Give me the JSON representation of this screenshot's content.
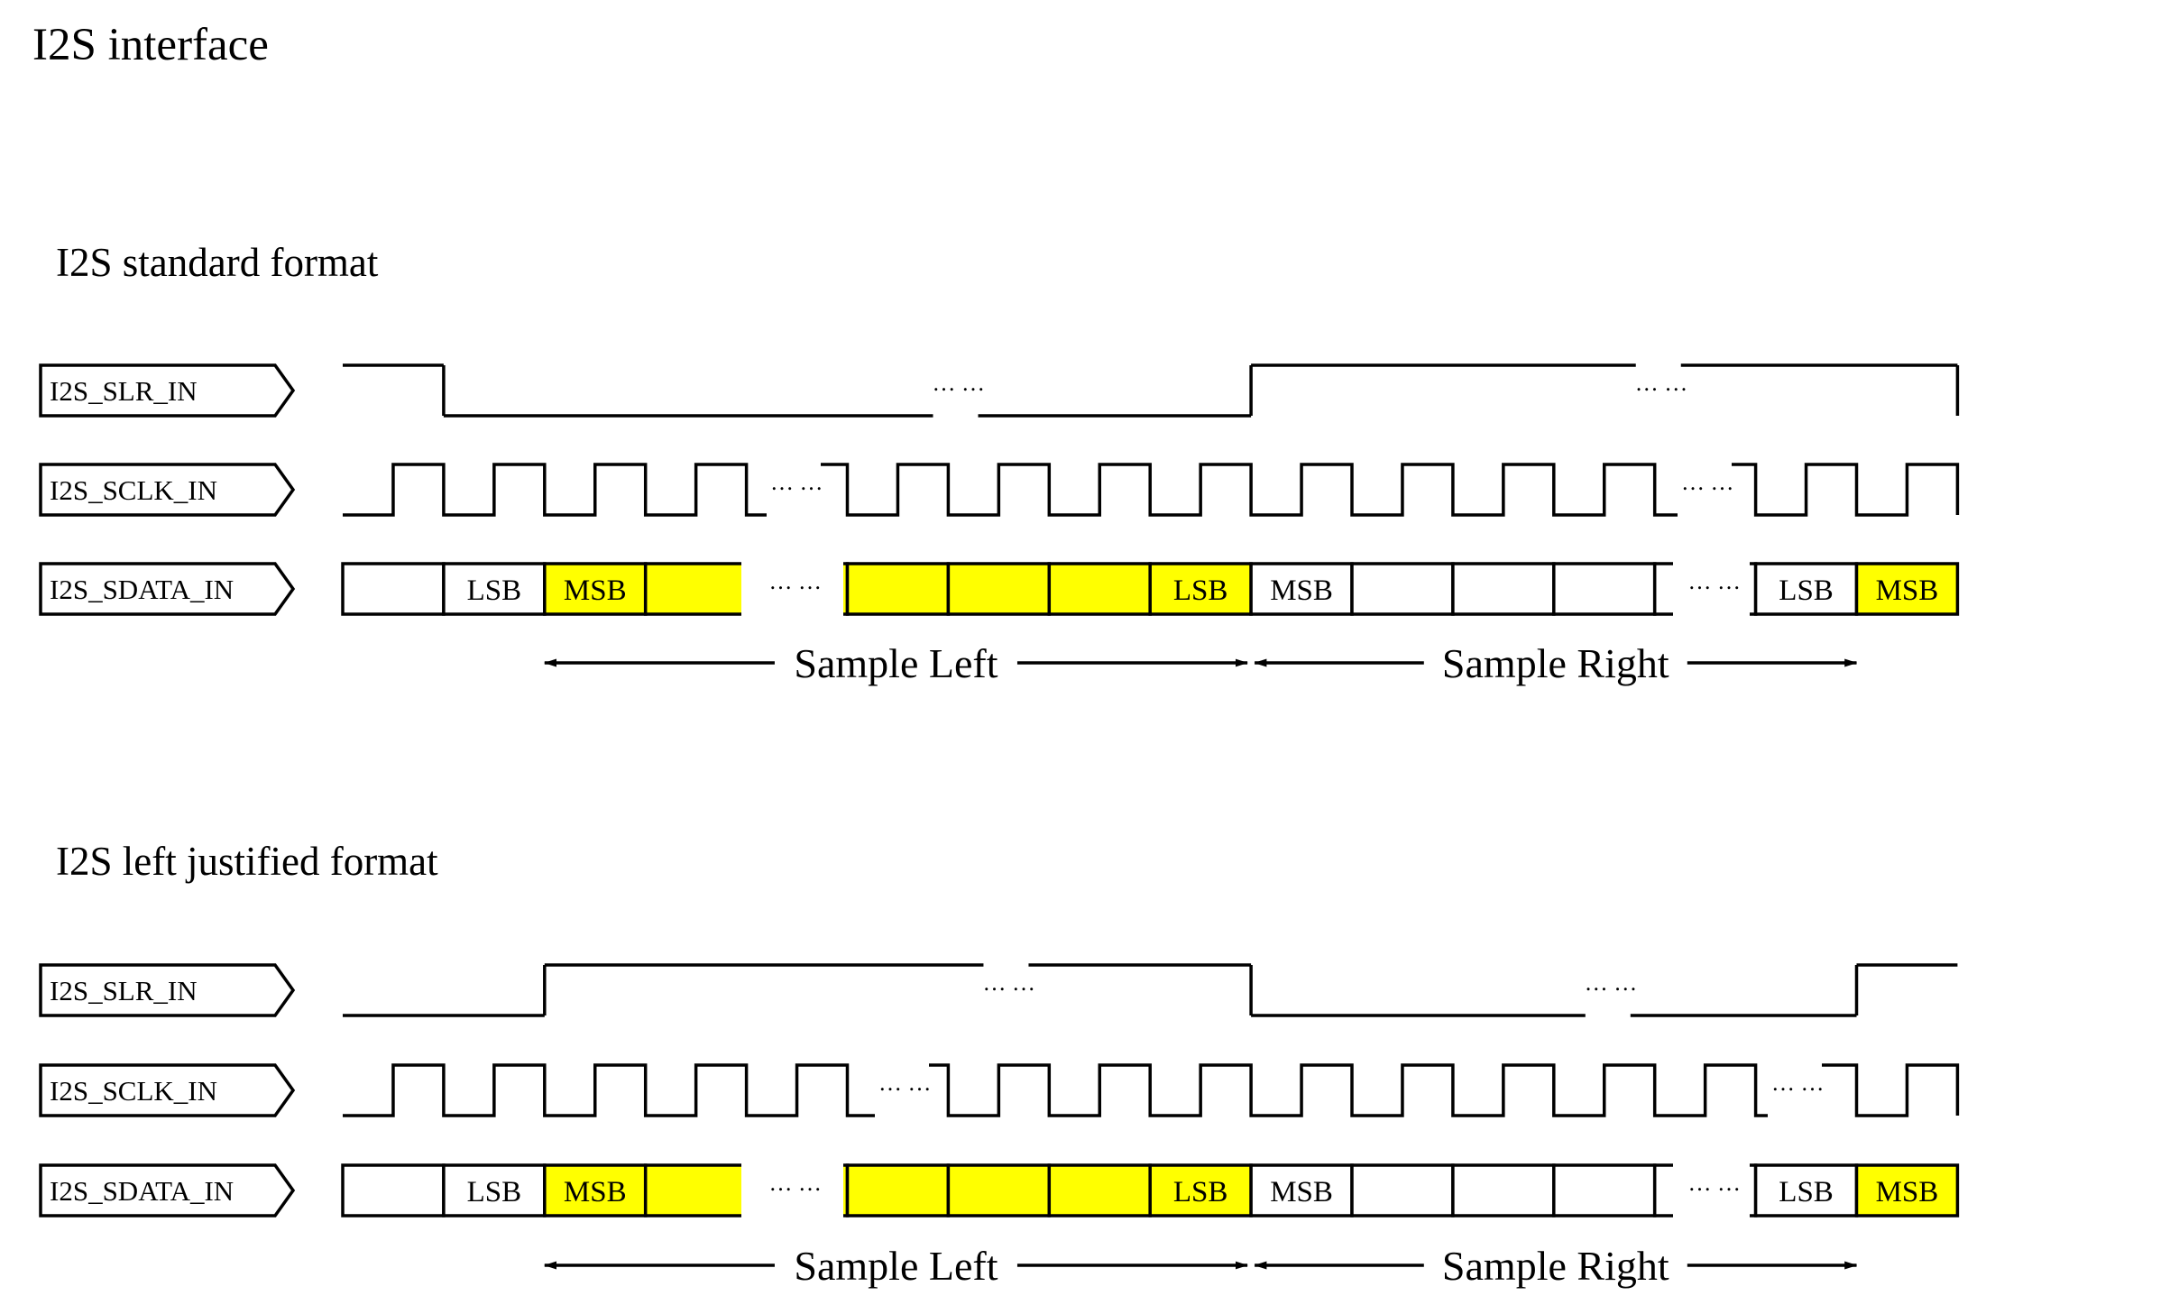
{
  "title": "I2S interface",
  "colors": {
    "highlight": "#ffff00",
    "line": "#000000",
    "background": "#ffffff"
  },
  "sections": [
    {
      "title": "I2S standard format",
      "signals": {
        "slr": "I2S_SLR_IN",
        "sclk": "I2S_SCLK_IN",
        "sdata": "I2S_SDATA_IN"
      },
      "slr_levels": [
        "high",
        "low",
        "low",
        "high",
        "high",
        "low"
      ],
      "slr_transitions_in_bits": [
        1,
        9,
        16
      ],
      "data_cells": [
        {
          "label": "",
          "fill": "white"
        },
        {
          "label": "LSB",
          "fill": "white"
        },
        {
          "label": "MSB",
          "fill": "yellow"
        },
        {
          "label": "",
          "fill": "yellow"
        },
        {
          "label": "",
          "fill": "yellow"
        },
        {
          "label": "",
          "fill": "yellow"
        },
        {
          "label": "",
          "fill": "yellow"
        },
        {
          "label": "",
          "fill": "yellow"
        },
        {
          "label": "LSB",
          "fill": "yellow"
        },
        {
          "label": "MSB",
          "fill": "white"
        },
        {
          "label": "",
          "fill": "white"
        },
        {
          "label": "",
          "fill": "white"
        },
        {
          "label": "",
          "fill": "white"
        },
        {
          "label": "",
          "fill": "white"
        },
        {
          "label": "LSB",
          "fill": "white"
        },
        {
          "label": "MSB",
          "fill": "yellow"
        }
      ],
      "ellipsis": "… …",
      "spans": [
        {
          "label": "Sample Left",
          "from_bit": 2,
          "to_bit": 9
        },
        {
          "label": "Sample Right",
          "from_bit": 9,
          "to_bit": 15
        }
      ]
    },
    {
      "title": "I2S left justified format",
      "signals": {
        "slr": "I2S_SLR_IN",
        "sclk": "I2S_SCLK_IN",
        "sdata": "I2S_SDATA_IN"
      },
      "slr_levels": [
        "low",
        "high",
        "high",
        "low",
        "low",
        "high"
      ],
      "slr_transitions_in_bits": [
        2,
        9,
        15
      ],
      "data_cells": [
        {
          "label": "",
          "fill": "white"
        },
        {
          "label": "LSB",
          "fill": "white"
        },
        {
          "label": "MSB",
          "fill": "yellow"
        },
        {
          "label": "",
          "fill": "yellow"
        },
        {
          "label": "",
          "fill": "yellow"
        },
        {
          "label": "",
          "fill": "yellow"
        },
        {
          "label": "",
          "fill": "yellow"
        },
        {
          "label": "",
          "fill": "yellow"
        },
        {
          "label": "LSB",
          "fill": "yellow"
        },
        {
          "label": "MSB",
          "fill": "white"
        },
        {
          "label": "",
          "fill": "white"
        },
        {
          "label": "",
          "fill": "white"
        },
        {
          "label": "",
          "fill": "white"
        },
        {
          "label": "",
          "fill": "white"
        },
        {
          "label": "LSB",
          "fill": "white"
        },
        {
          "label": "MSB",
          "fill": "yellow"
        }
      ],
      "ellipsis": "… …",
      "spans": [
        {
          "label": "Sample Left",
          "from_bit": 2,
          "to_bit": 9
        },
        {
          "label": "Sample Right",
          "from_bit": 9,
          "to_bit": 15
        }
      ]
    }
  ]
}
